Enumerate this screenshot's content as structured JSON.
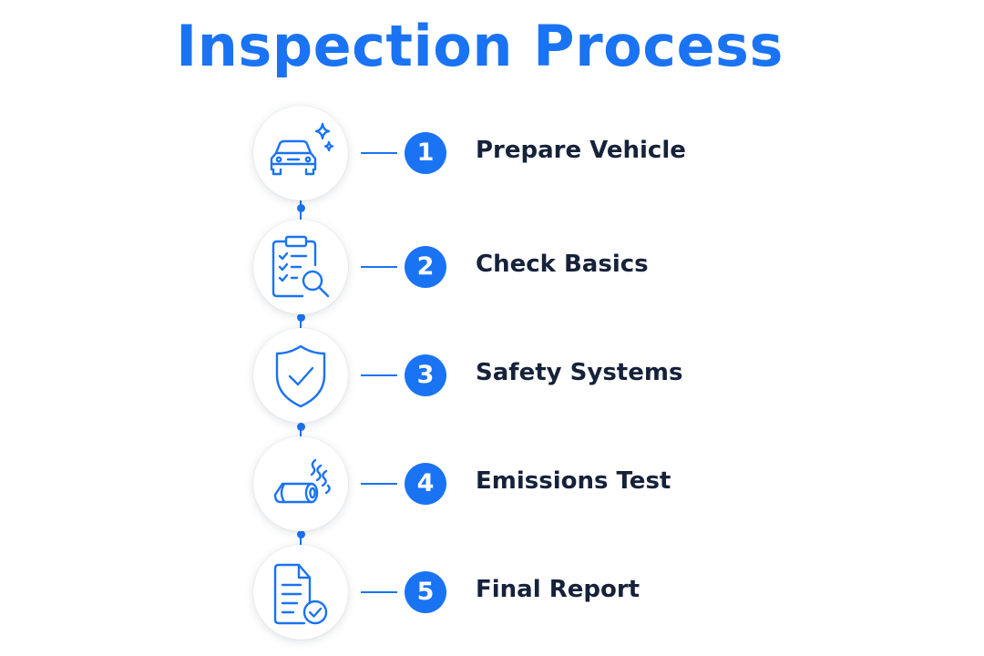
{
  "title": "Inspection Process",
  "colors": {
    "accent": "#1a73f2",
    "label": "#16213a",
    "background": "#ffffff"
  },
  "steps": [
    {
      "number": "1",
      "label": "Prepare Vehicle",
      "icon": "car-sparkle-icon"
    },
    {
      "number": "2",
      "label": "Check Basics",
      "icon": "clipboard-search-icon"
    },
    {
      "number": "3",
      "label": "Safety Systems",
      "icon": "shield-check-icon"
    },
    {
      "number": "4",
      "label": "Emissions Test",
      "icon": "exhaust-pipe-icon"
    },
    {
      "number": "5",
      "label": "Final Report",
      "icon": "document-check-icon"
    }
  ]
}
